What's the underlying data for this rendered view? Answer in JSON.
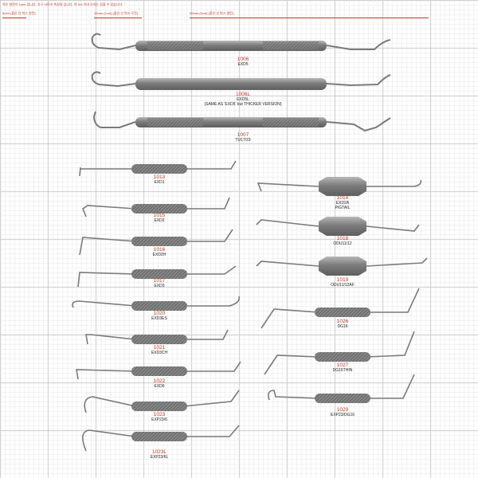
{
  "header": {
    "note": "작은 한칸이 1mm 입니다.  기구 사이즈 측정용 입니다. 약 5% 이내 오차는 있을 수 있습니다.",
    "scale_5mm": "5mm (붉은 선 박스 한칸)",
    "scale_10mm": "10mm (1cm) (붉은 선 박스 두칸)",
    "scale_50mm": "50mm (5cm) (붉은 선 박스 열칸)"
  },
  "colors": {
    "grid_minor": "#e3e3e3",
    "grid_major": "#c8c8c8",
    "accent": "#c0392b",
    "steel": "#8f8f8f"
  },
  "instruments": [
    {
      "code": "1006",
      "model": "EXD5"
    },
    {
      "code": "1006L",
      "model": "EXD5L",
      "note": "(SAME AS 'EXD5' but THICKER VERSION)"
    },
    {
      "code": "1007",
      "model": "TU17/23"
    },
    {
      "code": "1013",
      "model": "EXD1"
    },
    {
      "code": "1015",
      "model": "EXD2"
    },
    {
      "code": "1016",
      "model": "EXD2H"
    },
    {
      "code": "1017",
      "model": "EXD3"
    },
    {
      "code": "1020",
      "model": "EXD3ES"
    },
    {
      "code": "1021",
      "model": "EXD3CH"
    },
    {
      "code": "1022",
      "model": "EXD6"
    },
    {
      "code": "1023",
      "model": "EXP23/6"
    },
    {
      "code": "1023L",
      "model": "EXP23/6L"
    },
    {
      "code": "1014",
      "model": "EXD2A",
      "note": "PIGTAIL"
    },
    {
      "code": "1018",
      "model": "ODU11/12"
    },
    {
      "code": "1019",
      "model": "ODU11/12AF"
    },
    {
      "code": "1026",
      "model": "DG16"
    },
    {
      "code": "1027",
      "model": "DG16THIN"
    },
    {
      "code": "1029",
      "model": "EXP23/DG16"
    }
  ]
}
